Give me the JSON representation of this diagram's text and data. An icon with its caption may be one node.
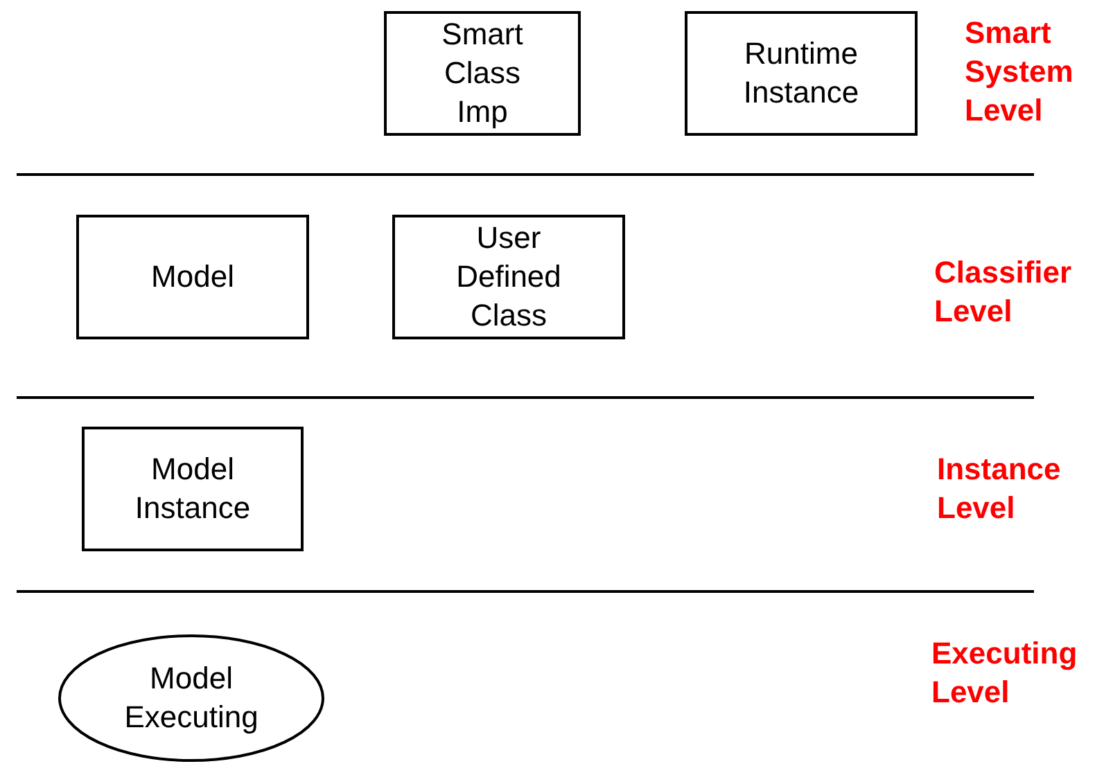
{
  "diagram": {
    "nodes": [
      {
        "text": [
          "Smart Class Imp"
        ]
      },
      {
        "text": [
          "Runtime Instance"
        ]
      },
      {
        "text": [
          "Model"
        ]
      },
      {
        "text": [
          "User Defined Class"
        ]
      },
      {
        "text": [
          "Model Instance"
        ]
      },
      {
        "text": [
          "Model Executing"
        ]
      }
    ],
    "labels": [
      "Smart System Level",
      "Classifier Level",
      "Instance Level",
      "Executing Level"
    ]
  }
}
